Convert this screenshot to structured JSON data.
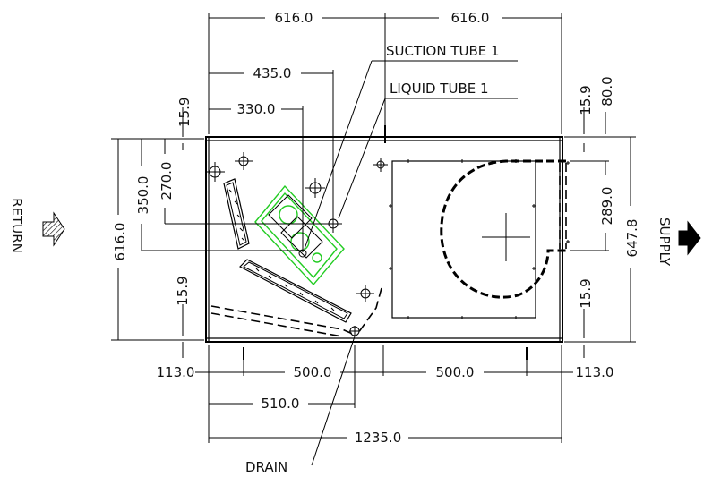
{
  "dimensions": {
    "top_left_616": "616.0",
    "top_right_616": "616.0",
    "d435": "435.0",
    "d330": "330.0",
    "left_15_9_top": "15.9",
    "right_15_9_top": "15.9",
    "right_80": "80.0",
    "d616_left": "616.0",
    "d350": "350.0",
    "d270": "270.0",
    "left_15_9_bottom": "15.9",
    "right_15_9_bottom": "15.9",
    "d289": "289.0",
    "d647_8": "647.8",
    "d113_left": "113.0",
    "d500_left": "500.0",
    "d500_right": "500.0",
    "d113_right": "113.0",
    "d510": "510.0",
    "d1235": "1235.0"
  },
  "labels": {
    "suction": "SUCTION TUBE 1",
    "liquid": "LIQUID TUBE 1",
    "return": "RETURN",
    "supply": "SUPPLY",
    "drain": "DRAIN"
  }
}
